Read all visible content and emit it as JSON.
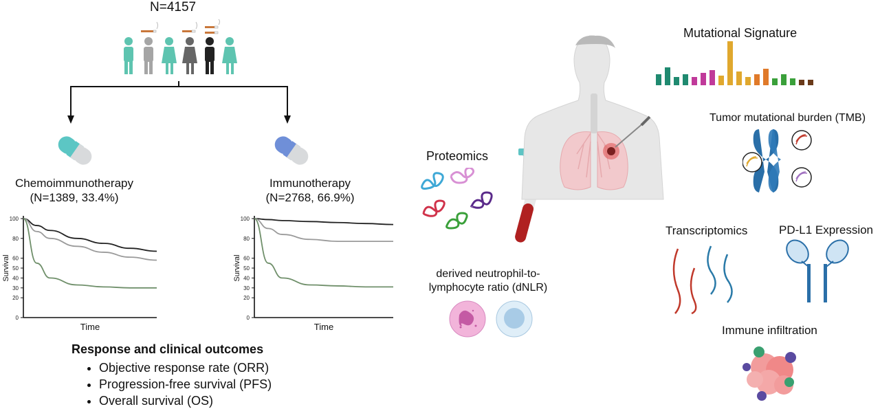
{
  "cohort": {
    "total": "N=4157"
  },
  "arms": [
    {
      "name": "Chemoimmunotherapy",
      "n": "(N=1389, 33.4%)"
    },
    {
      "name": "Immunotherapy",
      "n": "(N=2768, 66.9%)"
    }
  ],
  "outcomes": {
    "title": "Response and clinical outcomes",
    "items": [
      "Objective response rate (ORR)",
      "Progression-free survival (PFS)",
      "Overall survival (OS)"
    ]
  },
  "biomarkers": {
    "proteomics": "Proteomics",
    "dnlr_line1": "derived neutrophil-to-",
    "dnlr_line2": "lymphocyte ratio (dNLR)",
    "mutational_signature": "Mutational Signature",
    "tmb": "Tumor mutational burden (TMB)",
    "transcriptomics": "Transcriptomics",
    "pdl1": "PD-L1 Expression",
    "immune": "Immune infiltration"
  },
  "chart_data": [
    {
      "type": "line",
      "xlabel": "Time",
      "ylabel": "Survival",
      "ylim": [
        0,
        100
      ],
      "yticks": [
        "0",
        "20",
        "30",
        "40",
        "50",
        "60",
        "80",
        "100"
      ],
      "x": [
        0,
        0.1,
        0.2,
        0.4,
        0.6,
        0.8,
        1.0
      ],
      "series": [
        {
          "color": "#222222",
          "values": [
            100,
            93,
            88,
            80,
            75,
            70,
            67
          ]
        },
        {
          "color": "#9a9a9a",
          "values": [
            100,
            87,
            80,
            72,
            66,
            61,
            58
          ]
        },
        {
          "color": "#6f8f6a",
          "values": [
            100,
            55,
            40,
            33,
            31,
            30,
            30
          ]
        }
      ]
    },
    {
      "type": "line",
      "xlabel": "Time",
      "ylabel": "Survival",
      "ylim": [
        0,
        100
      ],
      "yticks": [
        "0",
        "20",
        "30",
        "40",
        "50",
        "60",
        "80",
        "100"
      ],
      "x": [
        0,
        0.1,
        0.2,
        0.4,
        0.6,
        0.8,
        1.0
      ],
      "series": [
        {
          "color": "#222222",
          "values": [
            100,
            99,
            98,
            97,
            96,
            95,
            94
          ]
        },
        {
          "color": "#9a9a9a",
          "values": [
            100,
            90,
            84,
            79,
            77,
            77,
            77
          ]
        },
        {
          "color": "#6f8f6a",
          "values": [
            100,
            55,
            40,
            33,
            32,
            31,
            31
          ]
        }
      ]
    }
  ],
  "colors": {
    "teal": "#5ec4b0",
    "grey": "#a5a5a5",
    "dark": "#555555",
    "black": "#222222",
    "pill_teal": "#5cc6c4",
    "pill_blue": "#6f8fd8"
  }
}
